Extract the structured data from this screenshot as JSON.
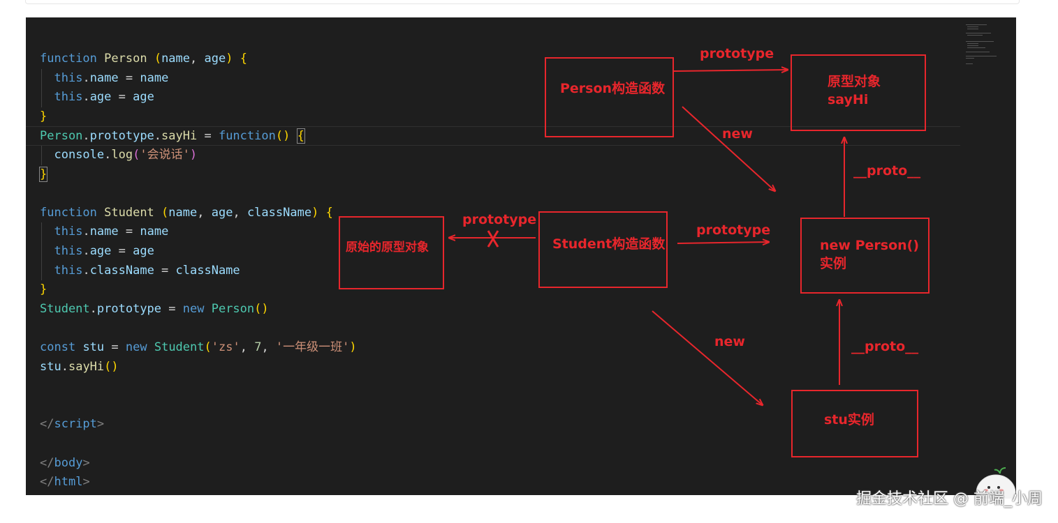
{
  "code": {
    "lines": [
      [
        [
          "function",
          "kw"
        ],
        [
          " ",
          ""
        ],
        [
          "Person",
          "fn"
        ],
        [
          " ",
          ""
        ],
        [
          "(",
          "p1"
        ],
        [
          "name",
          "var"
        ],
        [
          ", ",
          ""
        ],
        [
          "age",
          "var"
        ],
        [
          ")",
          "p1"
        ],
        [
          " ",
          ""
        ],
        [
          "{",
          "p1"
        ]
      ],
      [
        [
          "  ",
          ""
        ],
        [
          "this",
          "kw"
        ],
        [
          ".",
          ""
        ],
        [
          "name",
          "var"
        ],
        [
          " = ",
          ""
        ],
        [
          "name",
          "var"
        ]
      ],
      [
        [
          "  ",
          ""
        ],
        [
          "this",
          "kw"
        ],
        [
          ".",
          ""
        ],
        [
          "age",
          "var"
        ],
        [
          " = ",
          ""
        ],
        [
          "age",
          "var"
        ]
      ],
      [
        [
          "}",
          "p1"
        ]
      ],
      [
        [
          "Person",
          "cls"
        ],
        [
          ".",
          ""
        ],
        [
          "prototype",
          "var"
        ],
        [
          ".",
          ""
        ],
        [
          "sayHi",
          "fn"
        ],
        [
          " = ",
          ""
        ],
        [
          "function",
          "kw"
        ],
        [
          "()",
          "p1"
        ],
        [
          " ",
          ""
        ],
        [
          "{",
          "p1 hl"
        ]
      ],
      [
        [
          "  ",
          ""
        ],
        [
          "console",
          "var"
        ],
        [
          ".",
          ""
        ],
        [
          "log",
          "fn"
        ],
        [
          "(",
          "p2"
        ],
        [
          "'会说话'",
          "str"
        ],
        [
          ")",
          "p2"
        ]
      ],
      [
        [
          "}",
          "p1 hl"
        ]
      ],
      [],
      [
        [
          "function",
          "kw"
        ],
        [
          " ",
          ""
        ],
        [
          "Student",
          "fn"
        ],
        [
          " ",
          ""
        ],
        [
          "(",
          "p1"
        ],
        [
          "name",
          "var"
        ],
        [
          ", ",
          ""
        ],
        [
          "age",
          "var"
        ],
        [
          ", ",
          ""
        ],
        [
          "className",
          "var"
        ],
        [
          ")",
          "p1"
        ],
        [
          " ",
          ""
        ],
        [
          "{",
          "p1"
        ]
      ],
      [
        [
          "  ",
          ""
        ],
        [
          "this",
          "kw"
        ],
        [
          ".",
          ""
        ],
        [
          "name",
          "var"
        ],
        [
          " = ",
          ""
        ],
        [
          "name",
          "var"
        ]
      ],
      [
        [
          "  ",
          ""
        ],
        [
          "this",
          "kw"
        ],
        [
          ".",
          ""
        ],
        [
          "age",
          "var"
        ],
        [
          " = ",
          ""
        ],
        [
          "age",
          "var"
        ]
      ],
      [
        [
          "  ",
          ""
        ],
        [
          "this",
          "kw"
        ],
        [
          ".",
          ""
        ],
        [
          "className",
          "var"
        ],
        [
          " = ",
          ""
        ],
        [
          "className",
          "var"
        ]
      ],
      [
        [
          "}",
          "p1"
        ]
      ],
      [
        [
          "Student",
          "cls"
        ],
        [
          ".",
          ""
        ],
        [
          "prototype",
          "var"
        ],
        [
          " = ",
          ""
        ],
        [
          "new",
          "kw"
        ],
        [
          " ",
          ""
        ],
        [
          "Person",
          "cls"
        ],
        [
          "()",
          "p1"
        ]
      ],
      [],
      [
        [
          "const",
          "kw"
        ],
        [
          " ",
          ""
        ],
        [
          "stu",
          "var"
        ],
        [
          " = ",
          ""
        ],
        [
          "new",
          "kw"
        ],
        [
          " ",
          ""
        ],
        [
          "Student",
          "cls"
        ],
        [
          "(",
          "p1"
        ],
        [
          "'zs'",
          "str"
        ],
        [
          ", ",
          ""
        ],
        [
          "7",
          "num"
        ],
        [
          ", ",
          ""
        ],
        [
          "'一年级一班'",
          "str"
        ],
        [
          ")",
          "p1"
        ]
      ],
      [
        [
          "stu",
          "var"
        ],
        [
          ".",
          ""
        ],
        [
          "sayHi",
          "fn"
        ],
        [
          "()",
          "p1"
        ]
      ],
      [],
      [],
      [
        [
          "</",
          "tag"
        ],
        [
          "script",
          "tagname"
        ],
        [
          ">",
          "tag"
        ]
      ],
      [],
      [
        [
          "</",
          "tag"
        ],
        [
          "body",
          "tagname"
        ],
        [
          ">",
          "tag"
        ]
      ],
      [
        [
          "</",
          "tag"
        ],
        [
          "html",
          "tagname"
        ],
        [
          ">",
          "tag"
        ]
      ]
    ],
    "current_line": 4
  },
  "diagram": {
    "person_ctor": "Person构造函数",
    "proto_obj_line1": "原型对象",
    "proto_obj_line2": "sayHi",
    "original_proto": "原始的原型对象",
    "student_ctor": "Student构造函数",
    "new_person_line1": "new Person()",
    "new_person_line2": "实例",
    "stu_instance": "stu实例",
    "prototype_top": "prototype",
    "prototype_crossed": "prototype",
    "prototype_mid": "prototype",
    "new_1": "new",
    "new_2": "new",
    "proto_1": "__proto__",
    "proto_2": "__proto__",
    "line_color": "#e8262c"
  },
  "watermark": "掘金技术社区 @ 前端_小周"
}
